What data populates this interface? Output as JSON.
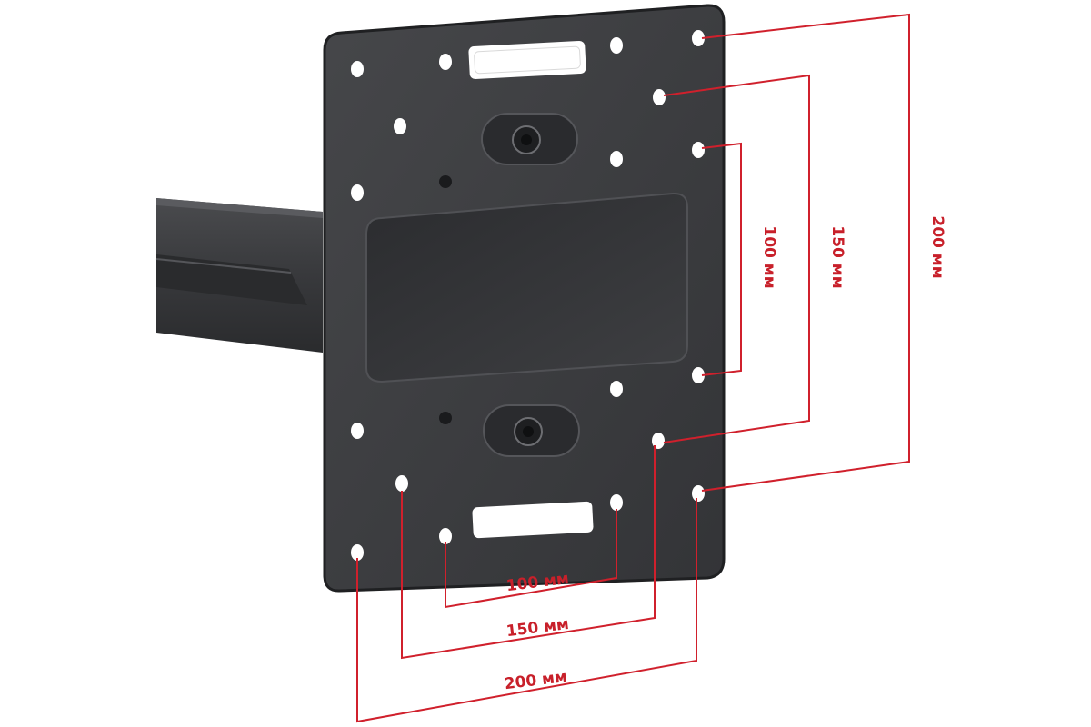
{
  "product": {
    "plate_color": "#3d3e41",
    "plate_edge_color": "#1f2022",
    "arm_color": "#3a3b3e",
    "hole_color": "#ffffff"
  },
  "dimensions": {
    "line_color": "#d0202c",
    "text_color": "#c8202a",
    "vertical": [
      {
        "label": "100 мм",
        "value_mm": 100
      },
      {
        "label": "150 мм",
        "value_mm": 150
      },
      {
        "label": "200 мм",
        "value_mm": 200
      }
    ],
    "horizontal": [
      {
        "label": "100 мм",
        "value_mm": 100
      },
      {
        "label": "150 мм",
        "value_mm": 150
      },
      {
        "label": "200 мм",
        "value_mm": 200
      }
    ]
  }
}
